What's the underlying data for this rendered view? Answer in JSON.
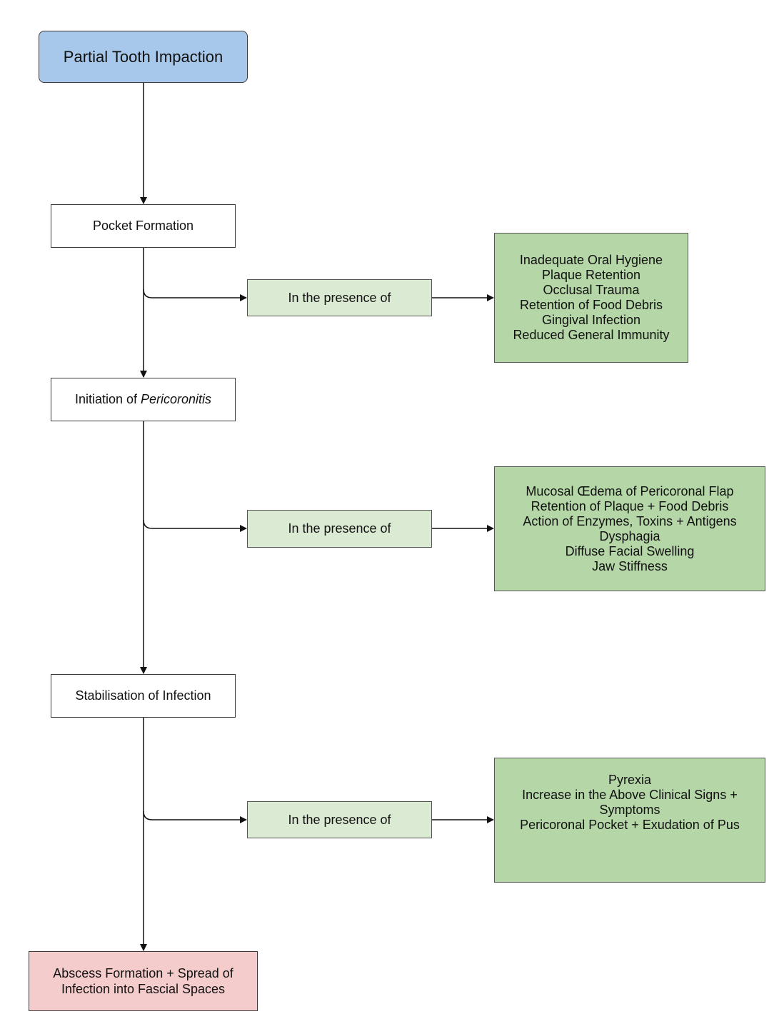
{
  "start": {
    "label": "Partial Tooth Impaction"
  },
  "stages": [
    {
      "label": "Pocket Formation"
    },
    {
      "label_prefix": "Initiation of ",
      "label_italic": "Pericoronitis"
    },
    {
      "label": "Stabilisation of Infection"
    }
  ],
  "conditions": [
    {
      "label": "In the presence of"
    },
    {
      "label": "In the presence of"
    },
    {
      "label": "In the presence of"
    }
  ],
  "factors": [
    {
      "lines": [
        "Inadequate Oral Hygiene",
        "Plaque Retention",
        "Occlusal Trauma",
        "Retention of Food Debris",
        "Gingival Infection",
        "Reduced General Immunity"
      ]
    },
    {
      "lines": [
        "Mucosal Œdema of Pericoronal Flap",
        "Retention of Plaque + Food Debris",
        "Action of Enzymes, Toxins + Antigens",
        "Dysphagia",
        "Diffuse Facial Swelling",
        "Jaw Stiffness"
      ]
    },
    {
      "lines": [
        "Pyrexia",
        "Increase in the Above Clinical Signs +",
        "Symptoms",
        "Pericoronal Pocket + Exudation of Pus"
      ]
    }
  ],
  "outcome": {
    "lines": [
      "Abscess Formation + Spread of",
      "Infection into Fascial Spaces"
    ]
  }
}
